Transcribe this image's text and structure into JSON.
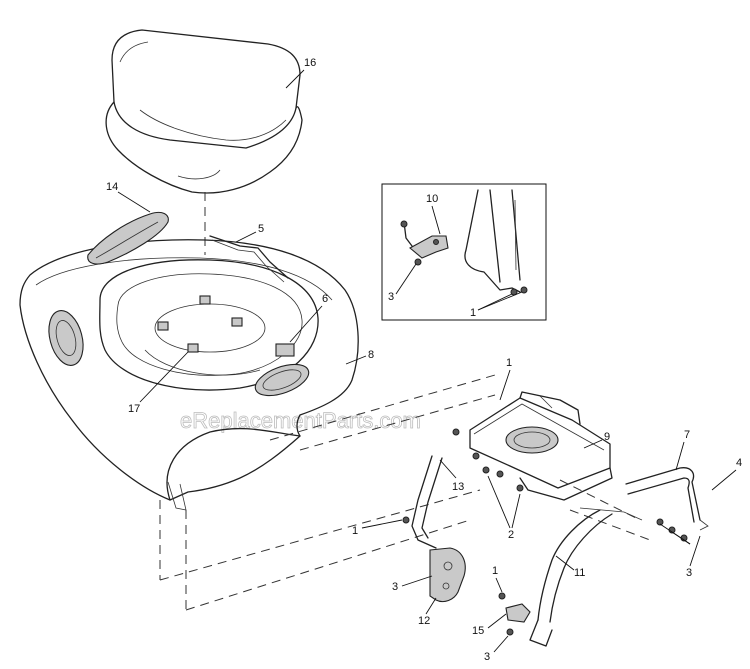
{
  "watermark": "eReplacementParts.com",
  "callouts": {
    "c16": "16",
    "c14": "14",
    "c5": "5",
    "c6": "6",
    "c8": "8",
    "c17": "17",
    "c10": "10",
    "c3_inset": "3",
    "c1_inset": "1",
    "c1_top": "1",
    "c9": "9",
    "c7": "7",
    "c4": "4",
    "c13": "13",
    "c2": "2",
    "c1_left": "1",
    "c11": "11",
    "c3_right": "3",
    "c3_bracket": "3",
    "c12": "12",
    "c1_bottom": "1",
    "c15": "15",
    "c3_bottom": "3"
  }
}
